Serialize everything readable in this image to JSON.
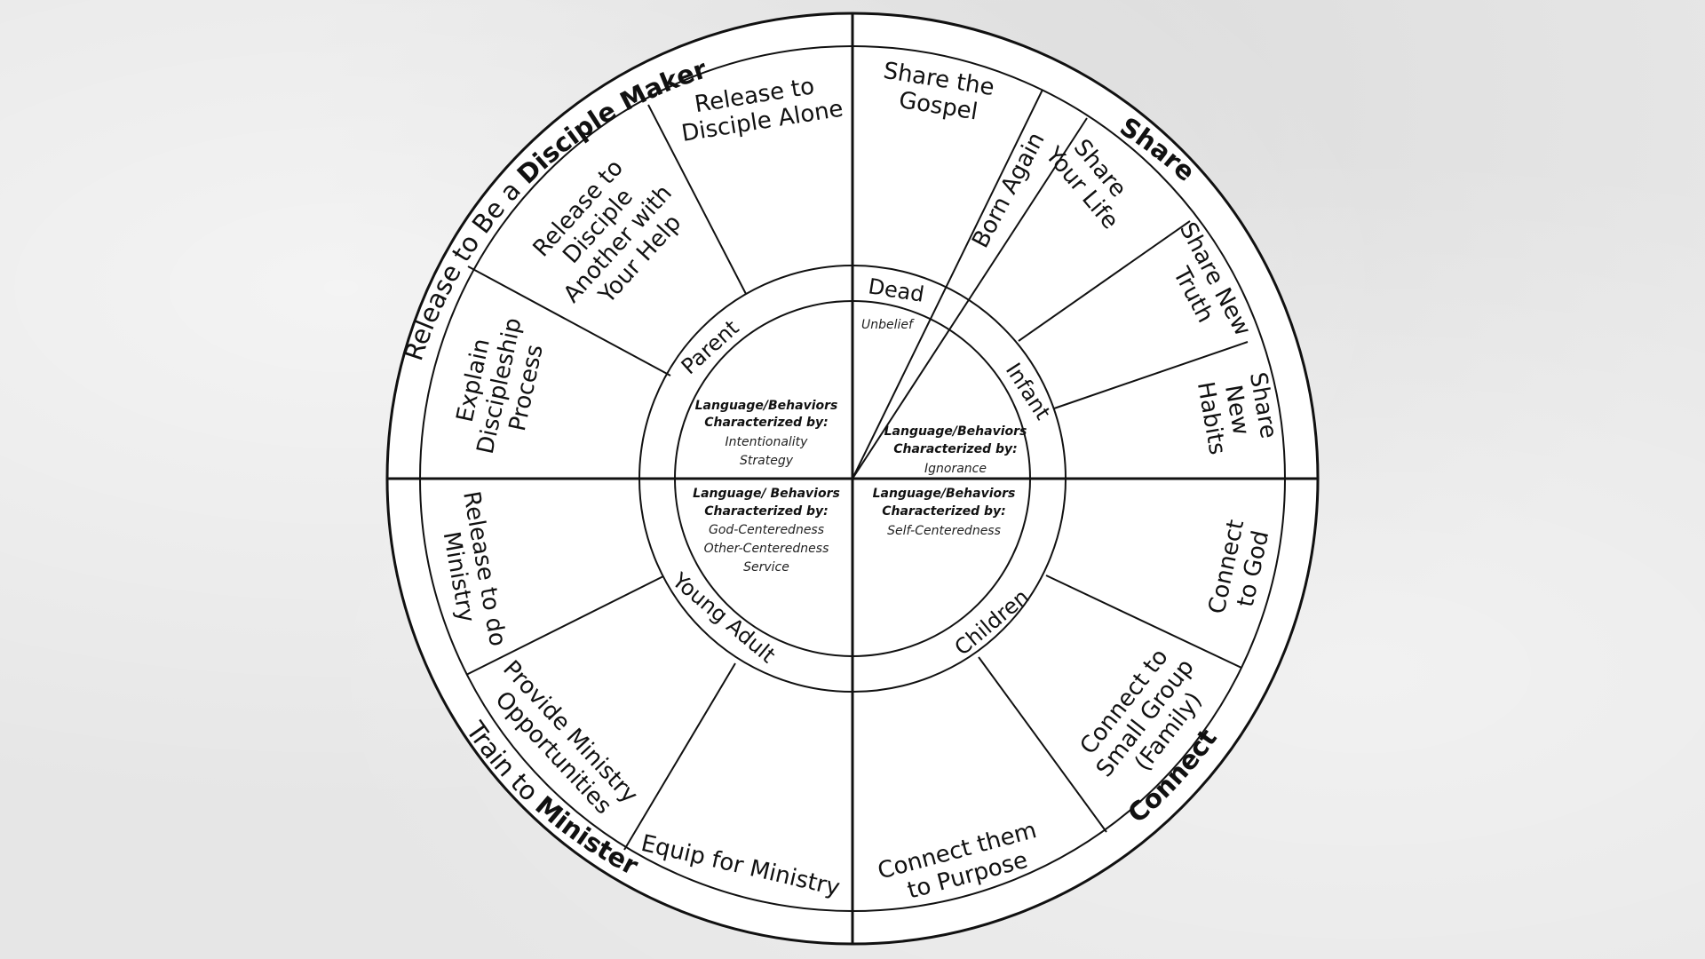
{
  "outer_labels": {
    "top_left_prefix": "Release to Be a ",
    "top_left_bold": "Disciple Maker",
    "top_right": "Share",
    "bottom_right": "Connect",
    "bottom_left_prefix": "Train to ",
    "bottom_left_bold": "Minister"
  },
  "segments": {
    "share_the_gospel": [
      "Share the",
      "Gospel"
    ],
    "born_again": [
      "Born Again"
    ],
    "share_your_life": [
      "Share",
      "Your Life"
    ],
    "share_new_truth": [
      "Share New",
      "Truth"
    ],
    "share_new_habits": [
      "Share",
      "New",
      "Habits"
    ],
    "connect_to_god": [
      "Connect",
      "to God"
    ],
    "connect_small_group": [
      "Connect to",
      "Small Group",
      "(Family)"
    ],
    "connect_purpose": [
      "Connect them",
      "to Purpose"
    ],
    "equip_ministry": [
      "Equip for Ministry"
    ],
    "provide_ministry": [
      "Provide Ministry",
      "Opportunities"
    ],
    "release_ministry": [
      "Release to do",
      "Ministry"
    ],
    "explain_process": [
      "Explain",
      "Discipleship",
      "Process"
    ],
    "release_another": [
      "Release to",
      "Disciple",
      "Another with",
      "Your Help"
    ],
    "release_alone": [
      "Release to",
      "Disciple Alone"
    ]
  },
  "stages": {
    "dead": "Dead",
    "unbelief": "Unbelief",
    "infant": "Infant",
    "children": "Children",
    "young_adult": "Young Adult",
    "parent": "Parent"
  },
  "center": {
    "parent": {
      "header": [
        "Language/Behaviors",
        "Characterized by:"
      ],
      "traits": [
        "Intentionality",
        "Strategy"
      ]
    },
    "infant": {
      "header": [
        "Language/Behaviors",
        "Characterized by:"
      ],
      "traits": [
        "Ignorance"
      ]
    },
    "young_adult": {
      "header": [
        "Language/ Behaviors",
        "Characterized by:"
      ],
      "traits": [
        "God-Centeredness",
        "Other-Centeredness",
        "Service"
      ]
    },
    "children": {
      "header": [
        "Language/Behaviors",
        "Characterized by:"
      ],
      "traits": [
        "Self-Centeredness"
      ]
    }
  }
}
